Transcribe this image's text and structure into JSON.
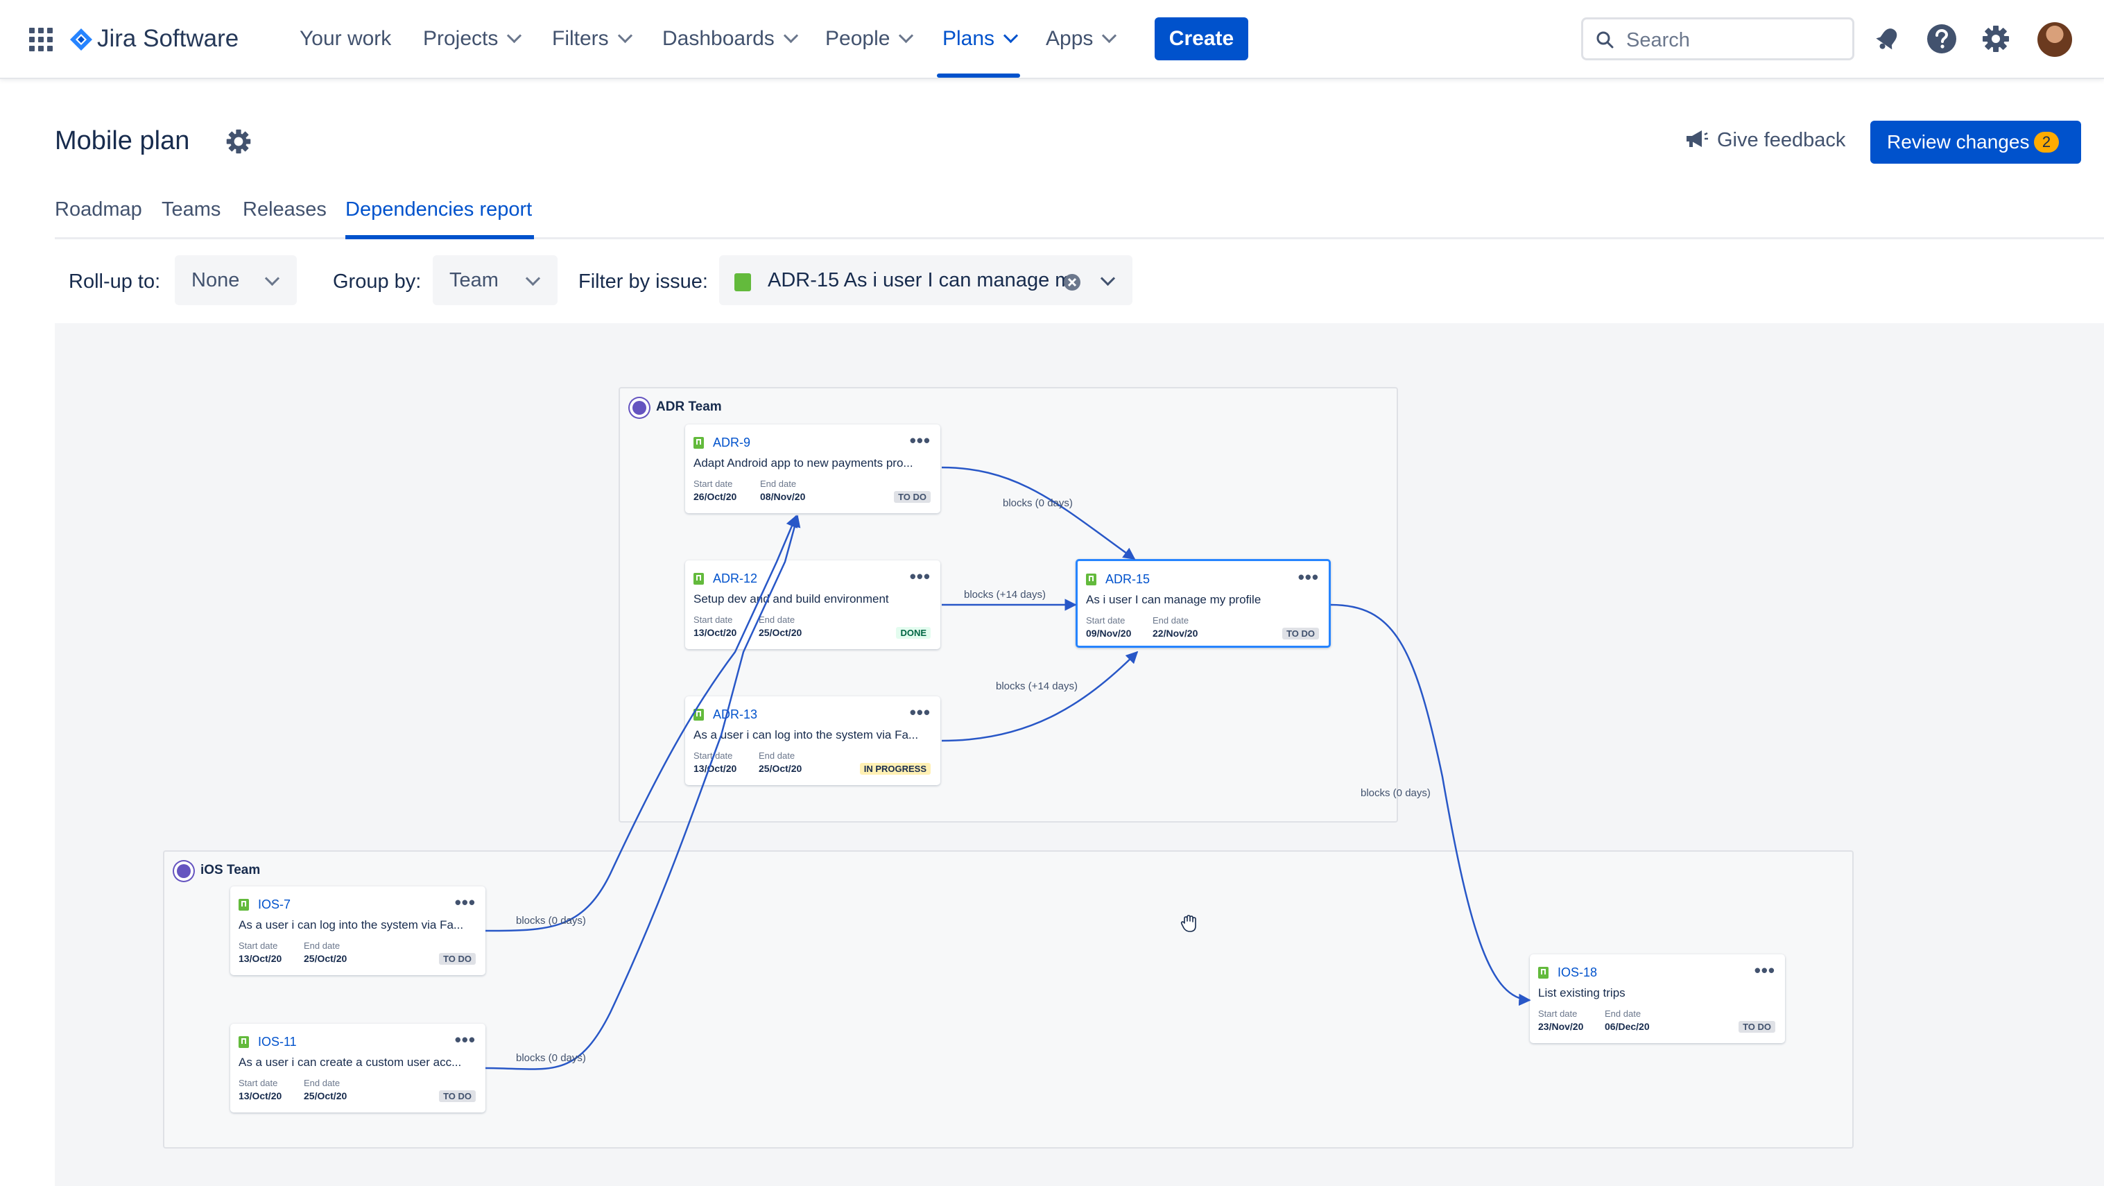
{
  "topnav": {
    "product": "Jira Software",
    "items": [
      {
        "label": "Your work"
      },
      {
        "label": "Projects"
      },
      {
        "label": "Filters"
      },
      {
        "label": "Dashboards"
      },
      {
        "label": "People"
      },
      {
        "label": "Plans"
      },
      {
        "label": "Apps"
      }
    ],
    "active_item": "Plans",
    "create_label": "Create",
    "search_placeholder": "Search"
  },
  "header": {
    "title": "Mobile plan",
    "give_feedback": "Give feedback",
    "review_changes": "Review changes",
    "review_count": "2"
  },
  "tabs": [
    {
      "label": "Roadmap"
    },
    {
      "label": "Teams"
    },
    {
      "label": "Releases"
    },
    {
      "label": "Dependencies report"
    }
  ],
  "active_tab": "Dependencies report",
  "filters": {
    "rollup_label": "Roll-up to:",
    "rollup_value": "None",
    "groupby_label": "Group by:",
    "groupby_value": "Team",
    "filter_label": "Filter by issue:",
    "filter_value": "ADR-15 As i user I can manage m"
  },
  "groups": {
    "adr": {
      "title": "ADR Team"
    },
    "ios": {
      "title": "iOS Team"
    }
  },
  "date_labels": {
    "start": "Start date",
    "end": "End date"
  },
  "cards": {
    "adr9": {
      "key": "ADR-9",
      "summary": "Adapt Android app to new payments pro...",
      "start": "26/Oct/20",
      "end": "08/Nov/20",
      "status": "TO DO"
    },
    "adr12": {
      "key": "ADR-12",
      "summary": "Setup dev and and build environment",
      "start": "13/Oct/20",
      "end": "25/Oct/20",
      "status": "DONE"
    },
    "adr13": {
      "key": "ADR-13",
      "summary": "As a user i can log into the system via Fa...",
      "start": "13/Oct/20",
      "end": "25/Oct/20",
      "status": "IN PROGRESS"
    },
    "adr15": {
      "key": "ADR-15",
      "summary": "As i user I can manage my profile",
      "start": "09/Nov/20",
      "end": "22/Nov/20",
      "status": "TO DO"
    },
    "ios7": {
      "key": "IOS-7",
      "summary": "As a user i can log into the system via Fa...",
      "start": "13/Oct/20",
      "end": "25/Oct/20",
      "status": "TO DO"
    },
    "ios11": {
      "key": "IOS-11",
      "summary": "As a user i can create a custom user acc...",
      "start": "13/Oct/20",
      "end": "25/Oct/20",
      "status": "TO DO"
    },
    "ios18": {
      "key": "IOS-18",
      "summary": "List existing trips",
      "start": "23/Nov/20",
      "end": "06/Dec/20",
      "status": "TO DO"
    }
  },
  "dependencies": {
    "adr9_adr15": "blocks (0 days)",
    "adr12_adr15": "blocks (+14 days)",
    "adr13_adr15": "blocks (+14 days)",
    "adr15_ios18": "blocks (0 days)",
    "ios7_adr": "blocks (0 days)",
    "ios11_adr": "blocks (0 days)"
  },
  "colors": {
    "brand": "#0052CC",
    "badge": "#FFAB00",
    "story": "#63BA3C",
    "link": "#2857C7"
  }
}
